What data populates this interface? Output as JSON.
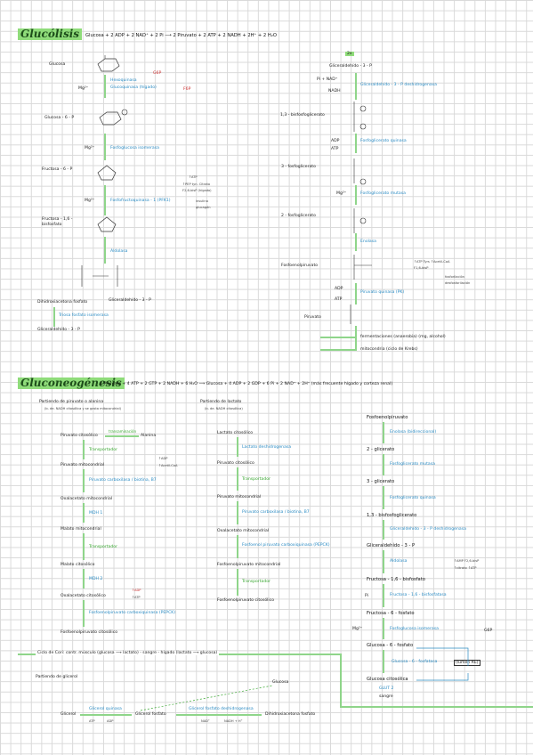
{
  "glycolysis": {
    "title": "Glucólisis",
    "equation": "Glucosa + 2 ADP + 2 NAD⁺ + 2 Pi ⟶ 2 Piruvato + 2 ATP + 2 NADH + 2H⁺ + 2 H₂O",
    "left": {
      "glucosa": "Glucosa",
      "g6p": "Glucosa - 6 - P",
      "f6p": "Fructosa - 6 - P",
      "f16bp": "Fructosa - 1,6 - bisfosfato",
      "dhap": "Dihidroxiacetona fosfato",
      "ga3p": "Gliceraldehído - 3 - P",
      "ga3p_2": "Gliceraldehído - 3 - P",
      "hexoquinasa": "Hexoquinasa",
      "glucoquinasa": "Glucoquinasa (hígado)",
      "g6p_inh": "G6P",
      "fbp_act": "F6P",
      "isomerasa": "Fosfoglucosa isomerasa",
      "pfk": "Fosfofructoquinasa - 1 (PFK1)",
      "pfk_reg": [
        "↑ATP",
        "↑PEP  tyn. Citrato",
        "F2,6-bisP (hígado)"
      ],
      "pfk_reg2": [
        "insulina",
        "glucagón"
      ],
      "aldolasa": "Aldolasa",
      "tpi": "Triosa fosfato isomerasa",
      "mg": "Mg²⁺"
    },
    "right": {
      "ga3p": "Gliceraldehído - 3 - P",
      "pi_nad": "Pi + NAD⁺",
      "g3pdh": "Gliceraldehído - 3 - P deshidrogenasa",
      "bpg13": "1,3 - bisfosfoglicerato",
      "pgk": "Fosfoglicerato quinasa",
      "pg3": "3 - fosfoglicerato",
      "pgm": "Fosfoglicerato mutasa",
      "pg2": "2 - fosfoglicerato",
      "enolasa": "Enolasa",
      "pep": "Fosfoenolpiruvato",
      "pk": "Piruvato quinasa (PK)",
      "pk_reg": [
        "↑ATP  Tyrs  ↑Acetil-CoA",
        "F1,6-bisP",
        "fosforilación",
        "desfosforilación"
      ],
      "piruvato": "Piruvato",
      "fermentacion": "fermentaciones (anaerobia) (mg, alcohol)",
      "mitocondria": "mitocondria (ciclo de Krebs)",
      "nadh": "NADH",
      "atp": "ATP",
      "adp": "ADP"
    }
  },
  "gluconeogenesis": {
    "title": "Gluconeogénesis",
    "equation": "2 Piruvato + 4 ATP + 2 GTP + 2 NADH + 6 H₂O ⟶ Glucosa + 4 ADP + 2 GDP + 6 Pi + 2 NAD⁺ + 2H⁺  (más frecuente hígado y corteza renal)",
    "col1": {
      "head": "Partiendo de piruvato o alanina",
      "sub": "(b. de. NADH citosólica y se gasta mitocondrial)",
      "pir_cit": "Piruvato citosólico",
      "transam": "transaminación",
      "alanina": "Alanina",
      "transp1": "Transportador",
      "pir_mit": "Piruvato mitocondrial",
      "pc": "Piruvato carboxilasa / biotina, B7",
      "pc_reg": [
        "↑ADP",
        "↑Acetil-CoA"
      ],
      "oaa_mit": "Oxalacetato mitocondrial",
      "mdh1": "MDH 1",
      "mal_mit": "Malato mitocondrial",
      "transp2": "Transportador",
      "mal_cit": "Malato citosólico",
      "mdh2": "MDH 2",
      "oaa_cit": "Oxalacetato citosólico",
      "pepck": "Fosfoenolpiruvato carboxiquinasa (PEPCK)",
      "pepck_reg": [
        "↑ADP",
        "↑ATP"
      ],
      "pep_cit": "Fosfoenolpiruvato citosólico"
    },
    "col2": {
      "head": "Partiendo de lactato",
      "sub": "(b. de. NADH citosólica)",
      "lac_cit": "Lactato citosólico",
      "ldh": "Lactato deshidrogenasa",
      "pir_cit": "Piruvato citosólico",
      "transp": "Transportador",
      "pir_mit": "Piruvato mitocondrial",
      "pc": "Piruvato carboxilasa / biotina, B7",
      "oaa_mit": "Oxalacetato mitocondrial",
      "pepck": "Fosfoenol piruvato carboxiquinasa (PEPCK)",
      "pep_mit": "Fosfoenolpiruvato mitocondrial",
      "transp2": "Transportador",
      "pep_cit": "Fosfoenolpiruvato citosólico"
    },
    "col3": {
      "pep": "Fosfoenolpiruvato",
      "enolasa": "Enolasa (bidireccional)",
      "pg2": "2 - glicerato",
      "pgm": "Fosfoglicerato mutasa",
      "pg3": "3 - glicerato",
      "pgk": "Fosfoglicerato quinasa",
      "bpg13": "1,3 - bisfosfoglicerato",
      "g3pdh": "Gliceraldehído - 3 - P deshidrogenasa",
      "ga3p": "Gliceraldehído - 3 - P",
      "aldolasa": "Aldolasa",
      "aldolasa_reg": [
        "↑AMP F2,6-bisP",
        "↑citrato ↑ATP"
      ],
      "f16bp": "Fructosa - 1,6 - bisfosfato",
      "fbpasa": "Fructosa - 1,6 - bisfosfatasa",
      "f6p": "Fructosa - 6 - fosfato",
      "isomerasa": "Fosfoglucosa isomerasa",
      "g6p": "Glucosa - 6 - fosfato",
      "g6pasa": "Glucosa - 6 - fosfatasa",
      "re": "(lumen RE)",
      "glu_cit": "Glucosa citosólica",
      "glut2": "GLUT 2",
      "sangre": "sangre",
      "g6p_reg": "G6P"
    },
    "cori": "Ciclo de Cori: contr. músculo (glucosa ⟶ lactato) - sangre - hígado (lactato ⟶ glucosa)",
    "glicerol": {
      "head": "Partiendo de glicerol",
      "glicerol": "Glicerol",
      "gk": "Glicerol quinasa",
      "g3p": "Glicerol fosfato",
      "g3pdh": "Glicerol fosfato deshidrogenasa",
      "dhap": "Dihidroxiacetona fosfato",
      "glucosa": "Glucosa",
      "atp": "ATP",
      "adp": "ADP",
      "nad": "NAD⁺",
      "nadh": "NADH + H⁺"
    }
  }
}
